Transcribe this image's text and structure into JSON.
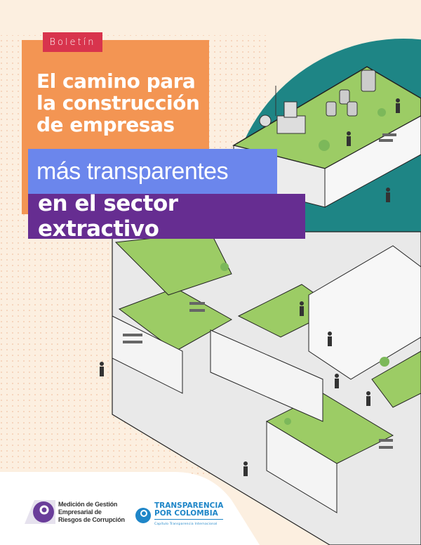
{
  "badge": "Boletín",
  "title": {
    "lines": [
      "El camino para",
      "la construcción",
      "de empresas"
    ],
    "highlight": "más transparentes",
    "subtitle": "en el sector extractivo"
  },
  "logos": {
    "mgerc": {
      "lines": [
        "Medición de Gestión",
        "Empresarial de",
        "Riesgos de Corrupción"
      ]
    },
    "tpc": {
      "lines": [
        "TRANSPARENCIA",
        "POR COLOMBIA"
      ],
      "tagline": "Capítulo Transparencia Internacional"
    }
  },
  "colors": {
    "background": "#fcefe0",
    "badge": "#d8344d",
    "orange": "#f39553",
    "blue": "#6b86ec",
    "purple": "#662d91",
    "teal": "#1e8585",
    "grass": "#9ccc65"
  }
}
